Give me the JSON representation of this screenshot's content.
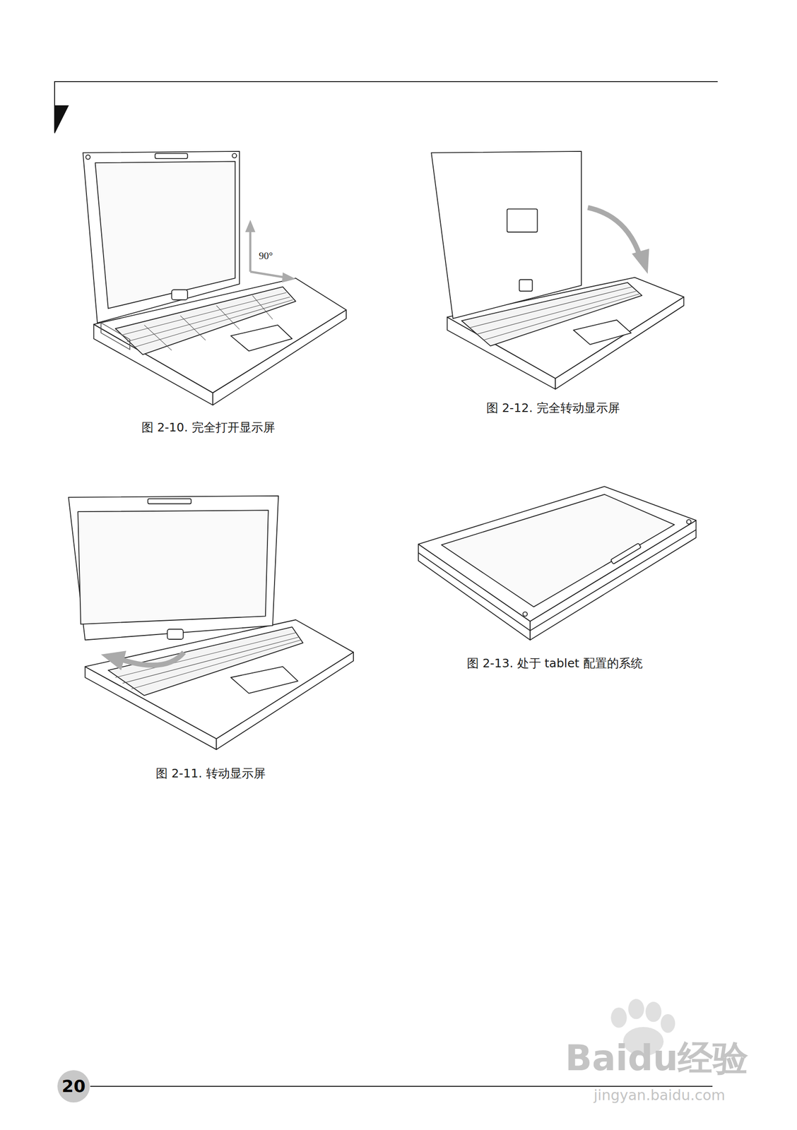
{
  "diagram": {
    "labels": [
      "90°",
      "图 2-10. 完全打开显示屏",
      "图 2-12. 完全转动显示屏",
      "图 2-11. 转动显示屏",
      "图 2-13. 处于 tablet 配置的系统",
      "20",
      "Baidu经验",
      "jingyan.baidu.com"
    ]
  }
}
